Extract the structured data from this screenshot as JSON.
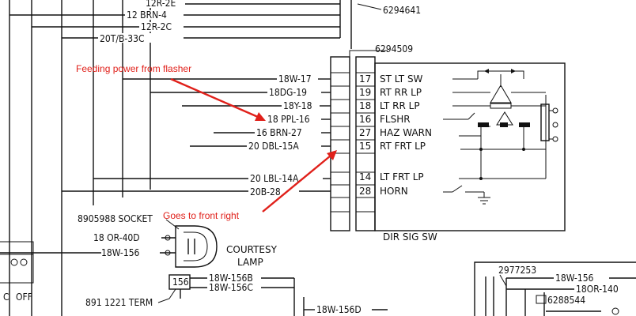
{
  "title": "DIR SIG SW",
  "part_numbers": {
    "top_right": "6294641",
    "switch": "6294509",
    "bottom_right_1": "2977253",
    "bottom_right_2": "6288544",
    "socket": "8905988 SOCKET",
    "term": "891 1221 TERM",
    "term_box": "156"
  },
  "top_wires": [
    "12R-2E",
    "12 BRN-4",
    "12R-2C",
    "20T/B-33C"
  ],
  "left_wires": [
    "18W-17",
    "18DG-19",
    "18Y-18",
    "18 PPL-16",
    "16 BRN-27",
    "20 DBL-15A",
    "20 LBL-14A",
    "20B-28"
  ],
  "terminals": [
    {
      "num": "17",
      "label": "ST LT SW"
    },
    {
      "num": "19",
      "label": "RT RR LP"
    },
    {
      "num": "18",
      "label": "LT RR LP"
    },
    {
      "num": "16",
      "label": "FLSHR"
    },
    {
      "num": "27",
      "label": "HAZ WARN"
    },
    {
      "num": "15",
      "label": "RT FRT LP"
    },
    {
      "num": "14",
      "label": "LT FRT LP"
    },
    {
      "num": "28",
      "label": "HORN"
    }
  ],
  "courtesy": {
    "label_1": "COURTESY",
    "label_2": "LAMP",
    "wire_1": "18 OR-40D",
    "wire_2": "18W-156"
  },
  "bottom_wires": [
    "18W-156B",
    "18W-156C",
    "18W-156D"
  ],
  "bottom_right_wires": [
    "18W-156",
    "18OR-140"
  ],
  "left_fragment": {
    "c": "C",
    "off": "OFF"
  },
  "annotations": {
    "feeding": "Feeding power from flasher",
    "front_right": "Goes to front right"
  },
  "colors": {
    "annotation": "#e0201a",
    "line": "#111111"
  }
}
